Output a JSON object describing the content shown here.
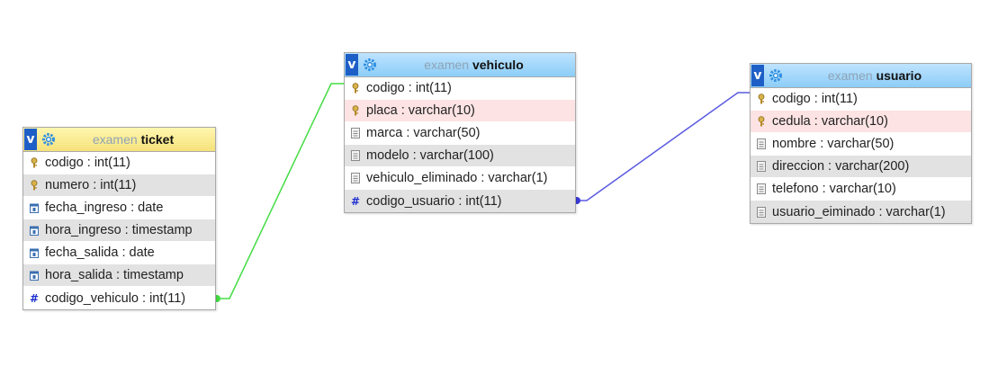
{
  "tables": {
    "ticket": {
      "db": "examen",
      "name": "ticket",
      "columns": [
        {
          "label": "codigo : int(11)",
          "icon": "key-icon"
        },
        {
          "label": "numero : int(11)",
          "icon": "key-icon"
        },
        {
          "label": "fecha_ingreso : date",
          "icon": "date-icon"
        },
        {
          "label": "hora_ingreso : timestamp",
          "icon": "date-icon"
        },
        {
          "label": "fecha_salida : date",
          "icon": "date-icon"
        },
        {
          "label": "hora_salida : timestamp",
          "icon": "date-icon"
        },
        {
          "label": "codigo_vehiculo : int(11)",
          "icon": "hash-icon"
        }
      ]
    },
    "vehiculo": {
      "db": "examen",
      "name": "vehiculo",
      "columns": [
        {
          "label": "codigo : int(11)",
          "icon": "key-icon"
        },
        {
          "label": "placa : varchar(10)",
          "icon": "key-icon"
        },
        {
          "label": "marca : varchar(50)",
          "icon": "text-icon"
        },
        {
          "label": "modelo : varchar(100)",
          "icon": "text-icon"
        },
        {
          "label": "vehiculo_eliminado : varchar(1)",
          "icon": "text-icon"
        },
        {
          "label": "codigo_usuario : int(11)",
          "icon": "hash-icon"
        }
      ]
    },
    "usuario": {
      "db": "examen",
      "name": "usuario",
      "columns": [
        {
          "label": "codigo : int(11)",
          "icon": "key-icon"
        },
        {
          "label": "cedula : varchar(10)",
          "icon": "key-icon"
        },
        {
          "label": "nombre : varchar(50)",
          "icon": "text-icon"
        },
        {
          "label": "direccion : varchar(200)",
          "icon": "text-icon"
        },
        {
          "label": "telefono : varchar(10)",
          "icon": "text-icon"
        },
        {
          "label": "usuario_eiminado : varchar(1)",
          "icon": "text-icon"
        }
      ]
    }
  },
  "ui": {
    "toggle_label": "v"
  },
  "colors": {
    "link_ticket_vehiculo": "#44dd44",
    "link_vehiculo_usuario": "#5a5ae0"
  }
}
